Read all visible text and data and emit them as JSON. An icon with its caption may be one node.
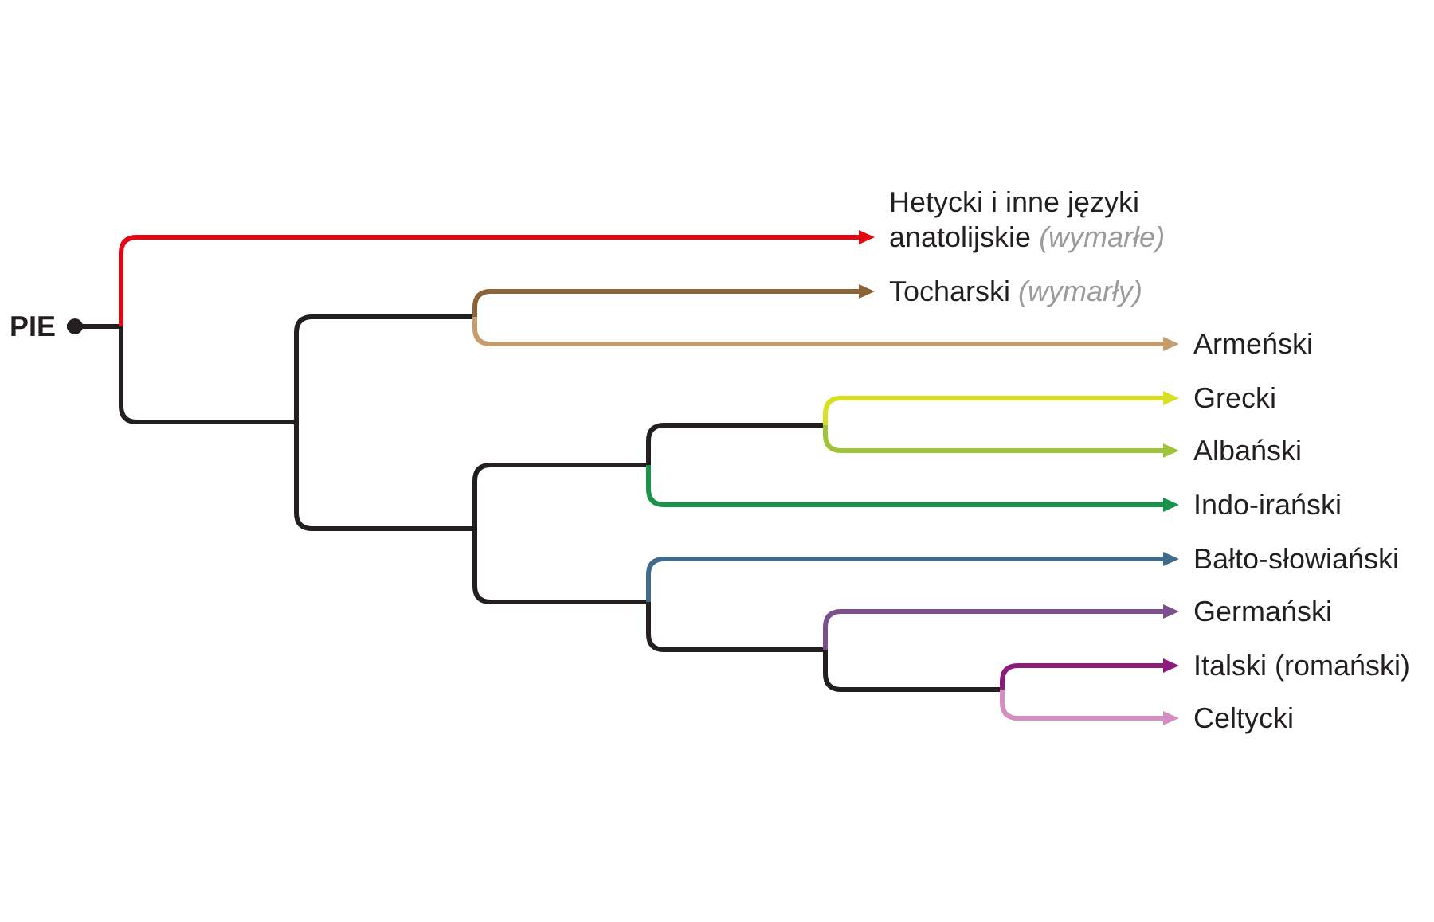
{
  "diagram": {
    "nodes": [
      {
        "text": [
          "PIE"
        ]
      },
      {
        "text": [
          "Hetycki i inne języki anatolijskie *(wymarłe)*"
        ]
      },
      {
        "text": [
          "Tocharski *(wymarły)*"
        ]
      },
      {
        "text": [
          "Armeński"
        ]
      },
      {
        "text": [
          "Grecki"
        ]
      },
      {
        "text": [
          "Albański"
        ]
      },
      {
        "text": [
          "Indo-irański"
        ]
      },
      {
        "text": [
          "Bałto-słowiański"
        ]
      },
      {
        "text": [
          "Germański"
        ]
      },
      {
        "text": [
          "Italski (romański)"
        ]
      },
      {
        "text": [
          "Celtycki"
        ]
      }
    ],
    "edges": [
      {
        "from": 0,
        "to": 1,
        "arrow": "to",
        "color": "#e30613"
      },
      {
        "from": 0,
        "to": 2,
        "arrow": "to",
        "color": "#8c6239"
      },
      {
        "from": 0,
        "to": 3,
        "arrow": "to",
        "color": "#c69c6d"
      },
      {
        "from": 0,
        "to": 4,
        "arrow": "to",
        "color": "#d7df23"
      },
      {
        "from": 0,
        "to": 5,
        "arrow": "to",
        "color": "#9fc43a"
      },
      {
        "from": 0,
        "to": 6,
        "arrow": "to",
        "color": "#17934a"
      },
      {
        "from": 0,
        "to": 7,
        "arrow": "to",
        "color": "#3f6a8c"
      },
      {
        "from": 0,
        "to": 8,
        "arrow": "to",
        "color": "#7a4f8c"
      },
      {
        "from": 0,
        "to": 9,
        "arrow": "to",
        "color": "#8e1b7c"
      },
      {
        "from": 0,
        "to": 10,
        "arrow": "to",
        "color": "#d48fc0"
      }
    ]
  }
}
